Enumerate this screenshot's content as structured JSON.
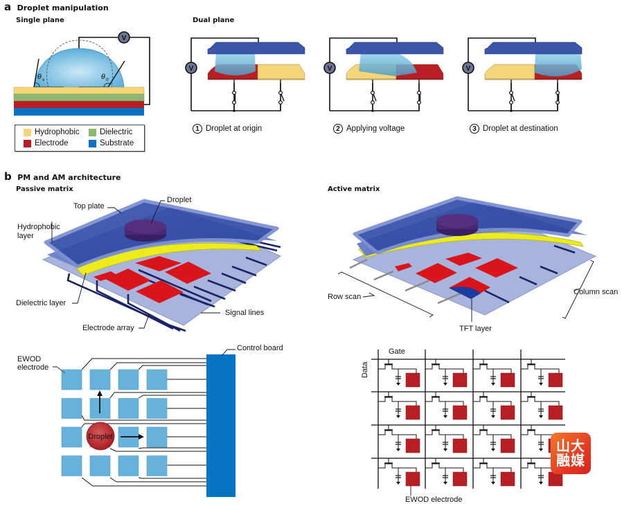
{
  "panel_a": {
    "letter": "a",
    "title": "Droplet manipulation",
    "single_plane": {
      "title": "Single plane",
      "voltage_symbol": "V",
      "angle_left": "θ",
      "angle_left_sub": "v",
      "angle_right": "θ",
      "angle_right_sub": "0",
      "legend": [
        {
          "label": "Hydrophobic",
          "color": "#f4d57a"
        },
        {
          "label": "Dielectric",
          "color": "#8db871"
        },
        {
          "label": "Electrode",
          "color": "#b81e24"
        },
        {
          "label": "Substrate",
          "color": "#0a72c2"
        }
      ]
    },
    "dual_plane": {
      "title": "Dual plane",
      "voltage_symbol": "V",
      "steps": [
        {
          "number": "1",
          "label": "Droplet at origin",
          "left_electrode": "active",
          "right_electrode": "inactive",
          "droplet_position": "left"
        },
        {
          "number": "2",
          "label": "Applying voltage",
          "left_electrode": "inactive",
          "right_electrode": "active",
          "droplet_position": "moving"
        },
        {
          "number": "3",
          "label": "Droplet at destination",
          "left_electrode": "inactive",
          "right_electrode": "active",
          "droplet_position": "right"
        }
      ]
    }
  },
  "panel_b": {
    "letter": "b",
    "title": "PM and AM architecture",
    "passive_matrix": {
      "title": "Passive matrix",
      "labels": {
        "top_plate": "Top plate",
        "droplet": "Droplet",
        "hydrophobic_line1": "Hydrophobic",
        "hydrophobic_line2": "layer",
        "dielectric": "Dielectric layer",
        "signal_lines": "Signal lines",
        "electrode_array": "Electrode array"
      },
      "schematic": {
        "ewod_line1": "EWOD",
        "ewod_line2": "electrode",
        "control_board": "Control board",
        "droplet": "Droplet",
        "grid_rows": 4,
        "grid_cols": 4
      }
    },
    "active_matrix": {
      "title": "Active matrix",
      "labels": {
        "row_scan": "Row scan",
        "column_scan": "Column scan",
        "tft_layer": "TFT layer"
      },
      "schematic": {
        "gate": "Gate",
        "data": "Data",
        "ewod_electrode": "EWOD electrode",
        "grid_rows": 4,
        "grid_cols": 4
      }
    }
  },
  "watermark": {
    "line1": "山大",
    "line2": "融媒"
  },
  "colors": {
    "hydrophobic": "#f4d57a",
    "dielectric": "#8db871",
    "electrode": "#b81e24",
    "substrate": "#0a72c2",
    "plate_blue": "#3b55a8",
    "droplet_blue": "#7fc3e0",
    "pm_pad": "#67b2dc",
    "control_board": "#0874c4",
    "am_pad": "#b71f26"
  }
}
